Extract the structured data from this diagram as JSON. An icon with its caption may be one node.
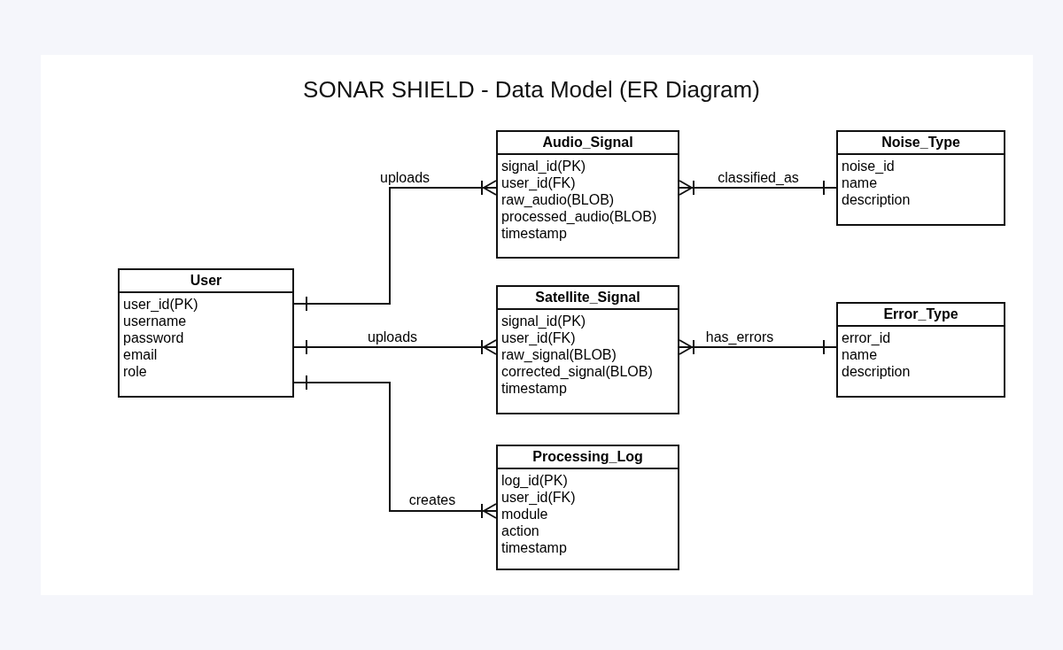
{
  "diagram": {
    "title": "SONAR SHIELD - Data Model (ER Diagram)",
    "nodes": [
      {
        "text": [
          "Audio_Signal",
          "signal_id(PK)",
          "user_id(FK)",
          "raw_audio(BLOB)",
          "processed_audio(BLOB)",
          "timestamp"
        ]
      },
      {
        "text": [
          "Noise_Type",
          "noise_id",
          "name",
          "description"
        ]
      },
      {
        "text": [
          "User",
          "user_id(PK)",
          "username",
          "password",
          "email",
          "role"
        ]
      },
      {
        "text": [
          "Satellite_Signal",
          "signal_id(PK)",
          "user_id(FK)",
          "raw_signal(BLOB)",
          "corrected_signal(BLOB)",
          "timestamp"
        ]
      },
      {
        "text": [
          "Error_Type",
          "error_id",
          "name",
          "description"
        ]
      },
      {
        "text": [
          "Processing_Log",
          "log_id(PK)",
          "user_id(FK)",
          "module",
          "action",
          "timestamp"
        ]
      }
    ],
    "edges": [
      {
        "from": 2,
        "to": 0,
        "arrow": "other",
        "label": "uploads"
      },
      {
        "from": 1,
        "to": 0,
        "arrow": "other",
        "label": "classified_as"
      },
      {
        "from": 2,
        "to": 3,
        "arrow": "other",
        "label": "uploads"
      },
      {
        "from": 4,
        "to": 3,
        "arrow": "other",
        "label": "has_errors"
      },
      {
        "from": 2,
        "to": 5,
        "arrow": "other",
        "label": "creates"
      }
    ]
  }
}
